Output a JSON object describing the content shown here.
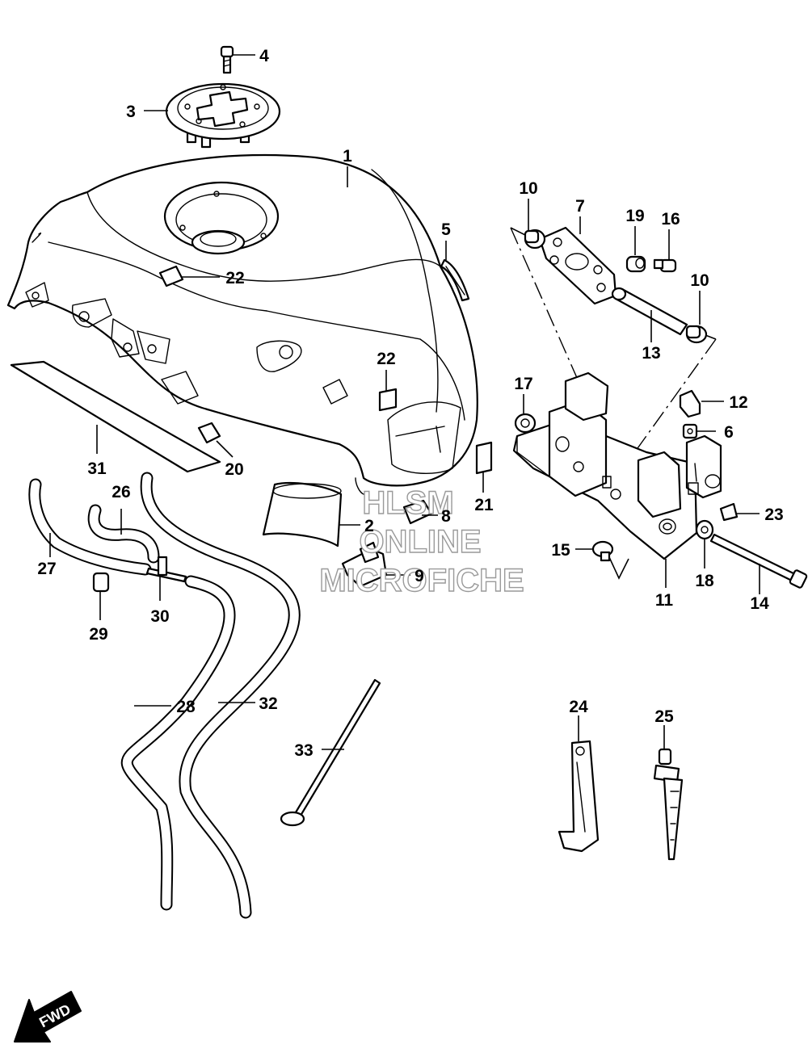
{
  "watermark": {
    "line1": "HLSM",
    "line2": "ONLINE",
    "line3": "MICROFICHE"
  },
  "direction_arrow": {
    "label": "FWD",
    "icon": "forward-arrow-icon"
  },
  "callouts": [
    {
      "id": "c1",
      "text": "1"
    },
    {
      "id": "c2",
      "text": "2"
    },
    {
      "id": "c3",
      "text": "3"
    },
    {
      "id": "c4",
      "text": "4"
    },
    {
      "id": "c5",
      "text": "5"
    },
    {
      "id": "c6",
      "text": "6"
    },
    {
      "id": "c7",
      "text": "7"
    },
    {
      "id": "c8",
      "text": "8"
    },
    {
      "id": "c9",
      "text": "9"
    },
    {
      "id": "c10a",
      "text": "10"
    },
    {
      "id": "c10b",
      "text": "10"
    },
    {
      "id": "c11",
      "text": "11"
    },
    {
      "id": "c12",
      "text": "12"
    },
    {
      "id": "c13",
      "text": "13"
    },
    {
      "id": "c14",
      "text": "14"
    },
    {
      "id": "c15",
      "text": "15"
    },
    {
      "id": "c16",
      "text": "16"
    },
    {
      "id": "c17",
      "text": "17"
    },
    {
      "id": "c18",
      "text": "18"
    },
    {
      "id": "c19",
      "text": "19"
    },
    {
      "id": "c20",
      "text": "20"
    },
    {
      "id": "c21",
      "text": "21"
    },
    {
      "id": "c22a",
      "text": "22"
    },
    {
      "id": "c22b",
      "text": "22"
    },
    {
      "id": "c23",
      "text": "23"
    },
    {
      "id": "c24",
      "text": "24"
    },
    {
      "id": "c25",
      "text": "25"
    },
    {
      "id": "c26",
      "text": "26"
    },
    {
      "id": "c27",
      "text": "27"
    },
    {
      "id": "c28",
      "text": "28"
    },
    {
      "id": "c29",
      "text": "29"
    },
    {
      "id": "c30",
      "text": "30"
    },
    {
      "id": "c31",
      "text": "31"
    },
    {
      "id": "c32",
      "text": "32"
    },
    {
      "id": "c33",
      "text": "33"
    }
  ]
}
